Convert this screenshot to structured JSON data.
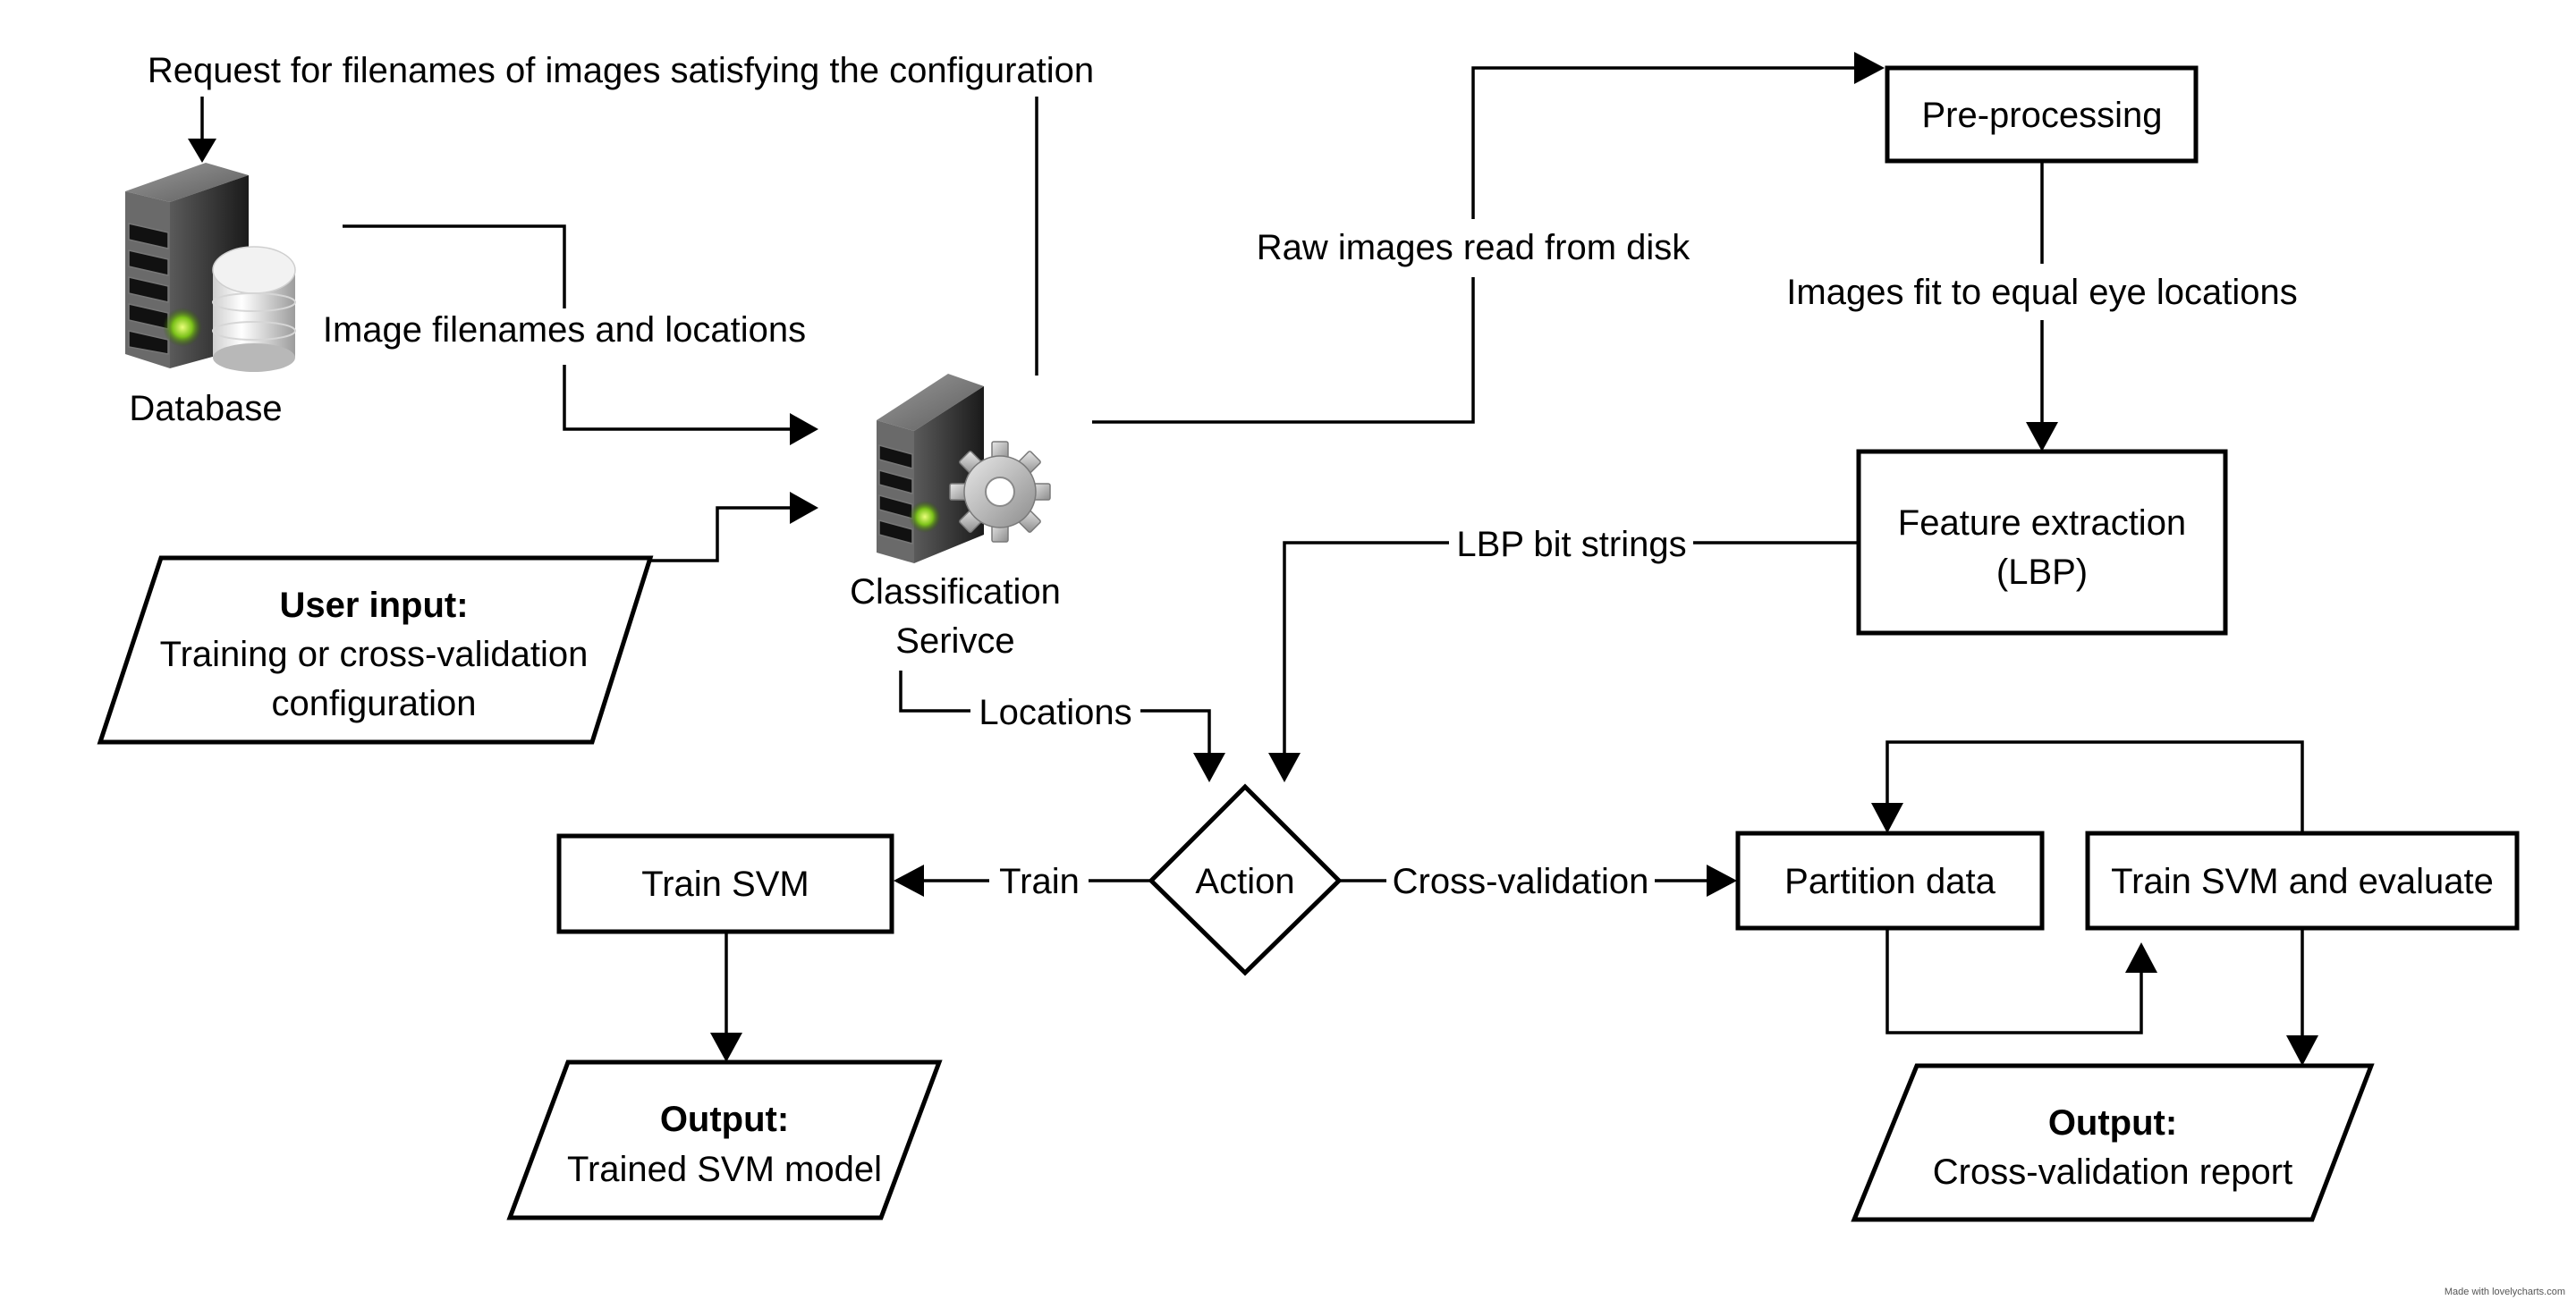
{
  "labels": {
    "request": "Request for filenames of images satisfying the configuration",
    "database": "Database",
    "image_filenames": "Image filenames and locations",
    "raw_images": "Raw images read from disk",
    "fit_eyes": "Images fit to equal eye locations",
    "lbp_strings": "LBP bit strings",
    "classification_line1": "Classification",
    "classification_line2": "Serivce",
    "locations": "Locations",
    "train": "Train",
    "cross_validation": "Cross-validation"
  },
  "nodes": {
    "preprocessing": "Pre-processing",
    "feature_line1": "Feature extraction",
    "feature_line2": "(LBP)",
    "action": "Action",
    "train_svm": "Train SVM",
    "partition": "Partition data",
    "train_eval": "Train SVM and evaluate"
  },
  "io": {
    "user_input_title": "User input:",
    "user_input_line1": "Training or cross-validation",
    "user_input_line2": "configuration",
    "output_model_title": "Output:",
    "output_model_text": "Trained SVM model",
    "output_report_title": "Output:",
    "output_report_text": "Cross-validation report"
  },
  "footer": {
    "credit": "Made with lovelycharts.com"
  }
}
